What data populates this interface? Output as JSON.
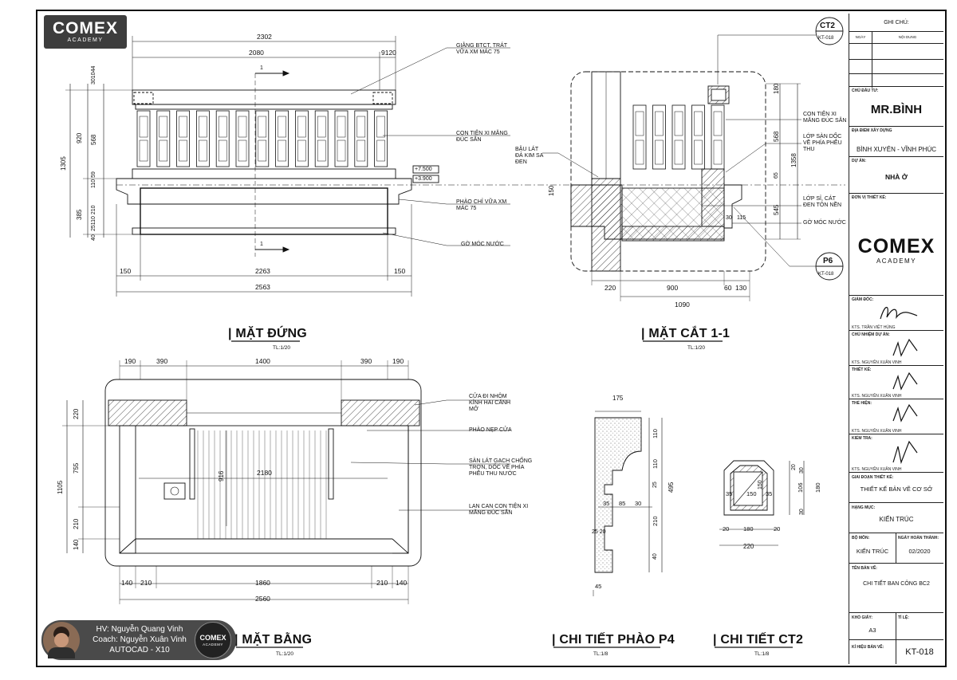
{
  "logo": {
    "main": "COMEX",
    "sub": "ACADEMY"
  },
  "elevation": {
    "title": "MẶT ĐỨNG",
    "scale": "TL:1/20",
    "dims_top": [
      "2302",
      "2080",
      "9120"
    ],
    "dims_bottom": [
      "150",
      "2263",
      "150",
      "2563"
    ],
    "dims_left": [
      "301044",
      "920",
      "568",
      "110 59",
      "1305",
      "385",
      "25110 210",
      "40"
    ],
    "levels": [
      "+7.500",
      "+3.900"
    ],
    "section_mark": "1",
    "notes": [
      "GIẰNG BTCT, TRÁT VỮA XM MÁC 75",
      "CON TIỆN XI MĂNG ĐÚC SẴN",
      "PHÀO CHỈ VỮA XM MÁC 75",
      "GỜ MÓC NƯỚC"
    ]
  },
  "section": {
    "title": "MẶT CẮT 1-1",
    "scale": "TL:1/20",
    "callout_top": {
      "id": "CT2",
      "sheet": "KT-018"
    },
    "callout_bottom": {
      "id": "P6",
      "sheet": "KT-018"
    },
    "dims_right": [
      "180",
      "568",
      "1358",
      "65",
      "545",
      "30",
      "115"
    ],
    "dims_left": [
      "150"
    ],
    "dims_bottom": [
      "220",
      "900",
      "60",
      "130",
      "1090"
    ],
    "notes": [
      "CON TIỆN XI MĂNG ĐÚC SẴN",
      "LỚP SÀN DỐC VỀ PHÍA PHỄU THU",
      "BẬU LÁT ĐÁ KIM SA ĐEN",
      "LỚP SỈ, CÁT ĐEN TÔN NỀN",
      "GỜ MÓC NƯỚC"
    ]
  },
  "plan": {
    "title": "MẶT BẰNG",
    "scale": "TL:1/20",
    "dims_top": [
      "190",
      "390",
      "1400",
      "390",
      "190"
    ],
    "dims_left": [
      "220",
      "755",
      "1105",
      "210",
      "140"
    ],
    "dims_inner": [
      "2180",
      "916"
    ],
    "dims_bottom": [
      "140",
      "210",
      "1860",
      "210",
      "140",
      "2560"
    ],
    "notes": [
      "CỬA ĐI NHÔM KÍNH HAI CÁNH MỞ",
      "PHÀO NẸP CỬA",
      "SÀN LÁT GẠCH CHỐNG TRƠN, DỐC VỀ PHÍA PHỄU THU NƯỚC",
      "LAN CAN CON TIỆN XI MĂNG ĐÚC SẴN"
    ]
  },
  "detail_p4": {
    "title": "CHI TIẾT PHÀO P4",
    "scale": "TL:1/8",
    "dims": [
      "175",
      "110",
      "110",
      "25",
      "495",
      "210",
      "40",
      "35",
      "85",
      "30",
      "25 20",
      "45"
    ]
  },
  "detail_ct2": {
    "title": "CHI TIẾT CT2",
    "scale": "TL:1/8",
    "dims": [
      "35",
      "150",
      "35",
      "20",
      "180",
      "20",
      "220",
      "20",
      "30",
      "106",
      "30",
      "180",
      "150"
    ]
  },
  "title_block": {
    "notes_header": "GHI CHÚ:",
    "col_date": "NGÀY",
    "col_content": "NỘI DUNG",
    "owner_label": "CHỦ ĐẦU TƯ:",
    "owner": "MR.BÌNH",
    "location_label": "ĐỊA ĐIỂM XÂY DỰNG",
    "location": "BÌNH XUYÊN - VĨNH PHÚC",
    "project_label": "DỰ ÁN:",
    "project": "NHÀ Ở",
    "designer_unit_label": "ĐƠN VỊ THIẾT KẾ:",
    "director_label": "GIÁM ĐỐC:",
    "director_name": "KTS. TRẦN VIỆT HÙNG",
    "pm_label": "CHỦ NHIỆM DỰ ÁN:",
    "pm_name": "KTS. NGUYỄN XUÂN VINH",
    "design_label": "THIẾT KẾ:",
    "design_name": "KTS. NGUYỄN XUÂN VINH",
    "draw_label": "THỂ HIỆN:",
    "draw_name": "KTS. NGUYỄN XUÂN VINH",
    "check_label": "KIỂM TRA:",
    "check_name": "KTS. NGUYỄN XUÂN VINH",
    "stage_label": "GIAI ĐOẠN THIẾT KẾ:",
    "stage": "THIẾT KẾ BẢN VẼ CƠ SỞ",
    "category_label": "HẠNG MỤC:",
    "category": "KIẾN TRÚC",
    "dept_label": "BỘ MÔN:",
    "dept": "KIẾN TRÚC",
    "date_label": "NGÀY HOÀN THÀNH:",
    "date": "02/2020",
    "drawing_label": "TÊN BẢN VẼ:",
    "drawing": "CHI TIẾT BAN CÔNG BC2",
    "paper_label": "KHỔ GIẤY:",
    "paper": "A3",
    "ratio_label": "TỈ LỆ:",
    "ratio": "",
    "sheet_label": "KÍ HIỆU BẢN VẼ:",
    "sheet": "KT-018"
  },
  "student": {
    "line1": "HV: Nguyễn Quang Vinh",
    "line2": "Coach: Nguyễn Xuân Vinh",
    "line3": "AUTOCAD - X10"
  },
  "colors": {
    "line": "#111111",
    "accent_orange": "#f5a623",
    "panel_dark": "#3d3d3d"
  }
}
